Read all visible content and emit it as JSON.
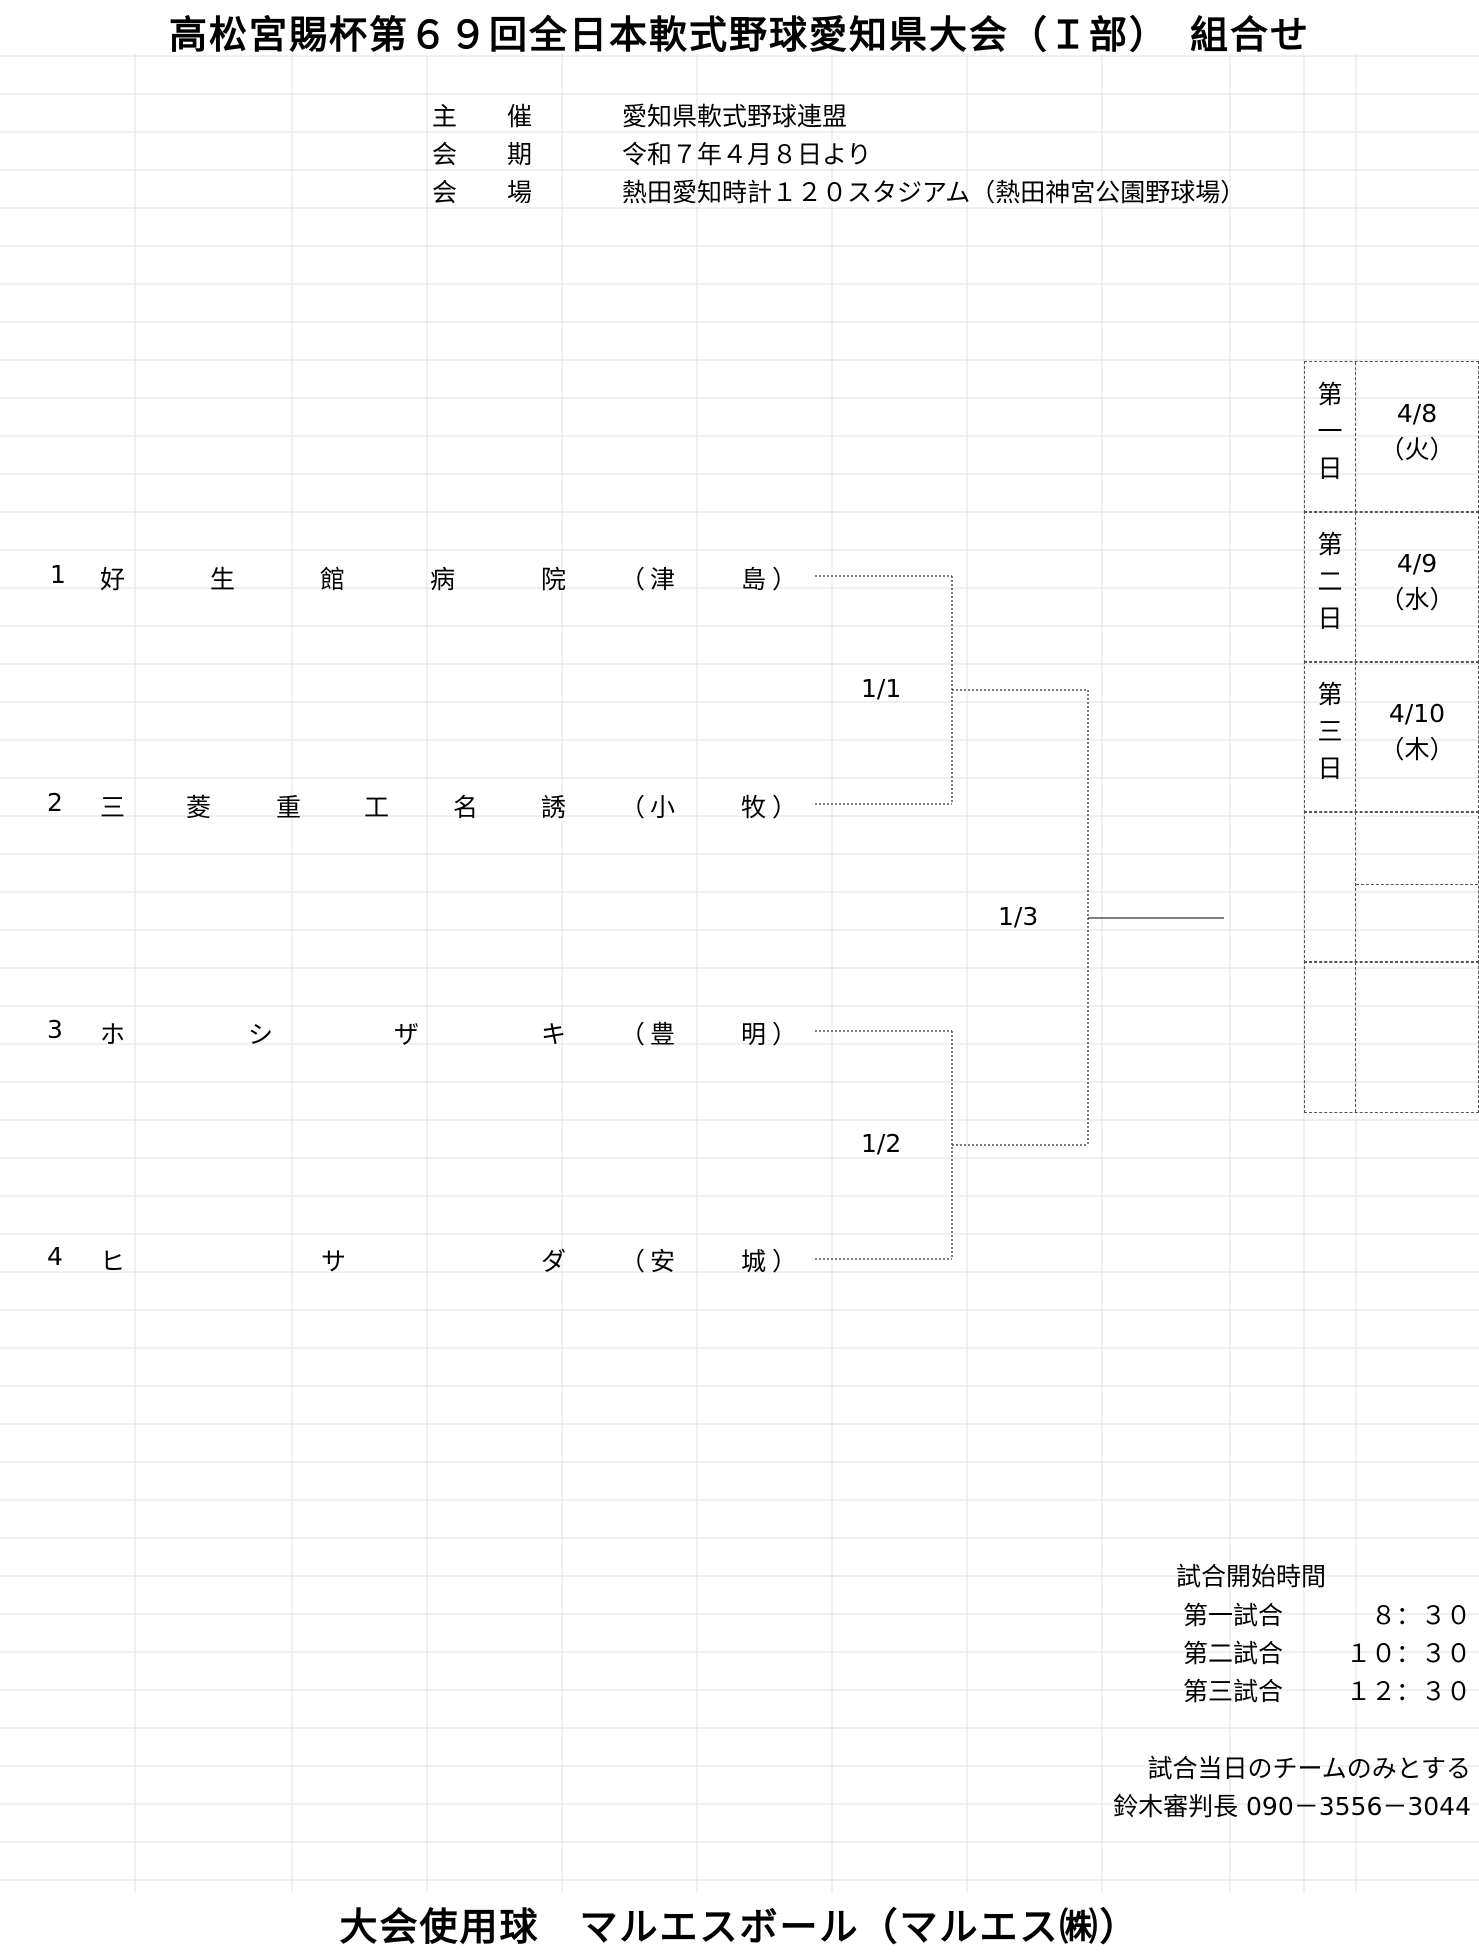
{
  "title": "高松宮賜杯第６９回全日本軟式野球愛知県大会（Ｉ部）　組合せ",
  "info": [
    {
      "label": "主　　催",
      "value": "愛知県軟式野球連盟"
    },
    {
      "label": "会　　期",
      "value": "令和７年４月８日より"
    },
    {
      "label": "会　　場",
      "value": "熱田愛知時計１２０スタジアム（熱田神宮公園野球場）"
    }
  ],
  "teams": [
    {
      "seed": "1",
      "chars": [
        "好",
        "生",
        "館",
        "病",
        "院"
      ],
      "city": [
        "（",
        "津",
        "島",
        "）"
      ]
    },
    {
      "seed": "2",
      "chars": [
        "三",
        "菱",
        "重",
        "工",
        "名",
        "誘"
      ],
      "city": [
        "（",
        "小",
        "牧",
        "）"
      ]
    },
    {
      "seed": "3",
      "chars": [
        "ホ",
        "シ",
        "ザ",
        "キ"
      ],
      "city": [
        "（",
        "豊",
        "明",
        "）"
      ]
    },
    {
      "seed": "4",
      "chars": [
        "ヒ",
        "サ",
        "ダ"
      ],
      "city": [
        "（",
        "安",
        "城",
        "）"
      ]
    }
  ],
  "matches": [
    "1/1",
    "1/2",
    "1/3"
  ],
  "schedule": [
    {
      "day": [
        "第",
        "一",
        "日"
      ],
      "date": "4/8",
      "weekday": "（火）"
    },
    {
      "day": [
        "第",
        "二",
        "日"
      ],
      "date": "4/9",
      "weekday": "（水）"
    },
    {
      "day": [
        "第",
        "三",
        "日"
      ],
      "date": "4/10",
      "weekday": "（木）"
    }
  ],
  "start_times": {
    "heading": "試合開始時間",
    "rows": [
      {
        "label": "第一試合",
        "time": "８：３０"
      },
      {
        "label": "第二試合",
        "time": "１０：３０"
      },
      {
        "label": "第三試合",
        "time": "１２：３０"
      }
    ]
  },
  "notes": [
    "試合当日のチームのみとする",
    "鈴木審判長 090－3556－3044"
  ],
  "footer": "大会使用球　マルエスボール（マルエス㈱）"
}
